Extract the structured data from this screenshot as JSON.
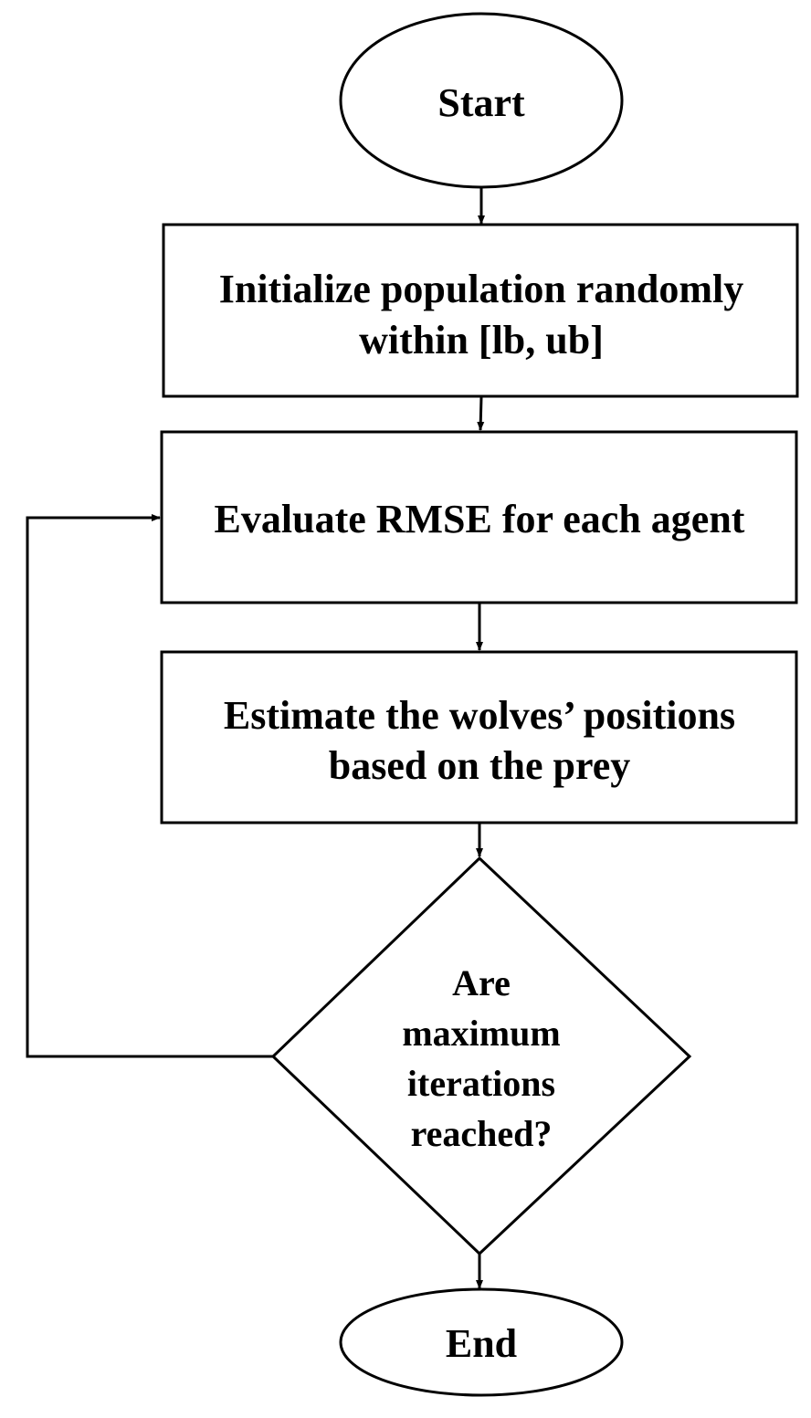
{
  "flowchart": {
    "start": "Start",
    "initialize": [
      "Initialize population randomly",
      "within [lb, ub]"
    ],
    "evaluate": "Evaluate RMSE for each agent",
    "estimate": [
      "Estimate the wolves’ positions",
      "based on the prey"
    ],
    "decision": [
      "Are",
      "maximum",
      "iterations",
      "reached?"
    ],
    "end": "End"
  },
  "colors": {
    "stroke": "#000000",
    "fill": "#ffffff"
  }
}
